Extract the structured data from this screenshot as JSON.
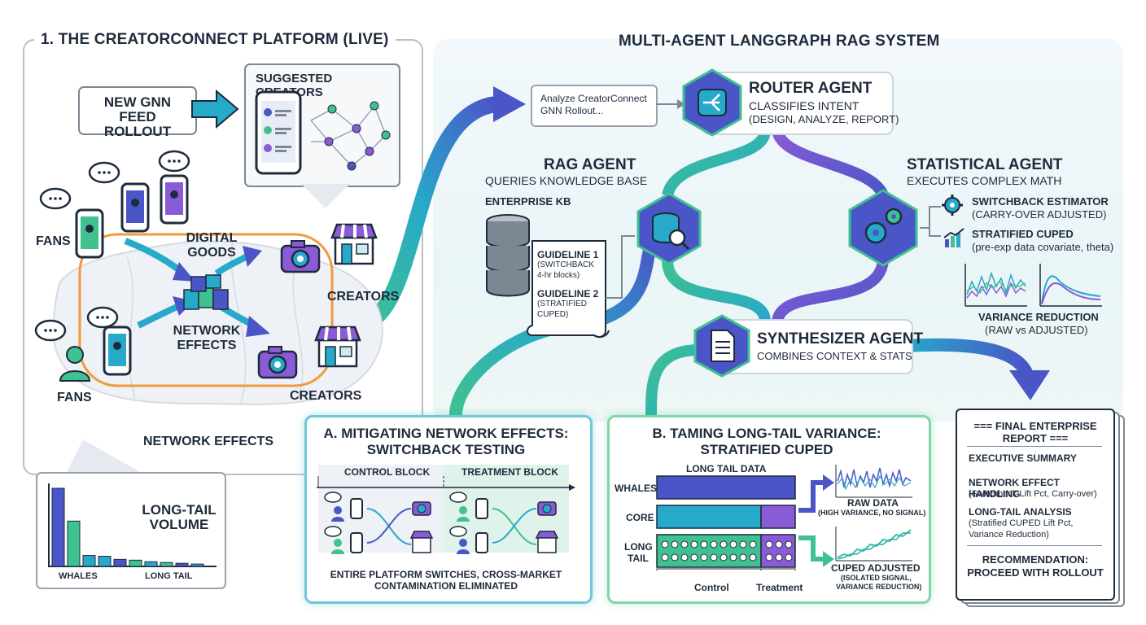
{
  "left_panel": {
    "title": "1. THE CREATORCONNECT PLATFORM (LIVE)",
    "rollout_label": "NEW GNN FEED ROLLOUT",
    "suggested_title": "SUGGESTED CREATORS",
    "fans_top": "FANS",
    "fans_bottom": "FANS",
    "digital_goods": "DIGITAL GOODS",
    "network_effects_center": "NETWORK EFFECTS",
    "creators_top": "CREATORS",
    "creators_bottom": "CREATORS",
    "network_effects_caption": "NETWORK EFFECTS",
    "long_tail": {
      "title": "LONG-TAIL VOLUME",
      "label_whales": "WHALES",
      "label_long_tail": "LONG TAIL",
      "values": [
        100,
        58,
        14,
        13,
        9,
        8,
        6,
        5,
        4,
        3
      ],
      "colors": [
        "#4a56c8",
        "#3fc28f",
        "#27a9c9",
        "#27a9c9",
        "#4a56c8",
        "#3fc28f",
        "#27a9c9",
        "#3fc28f",
        "#4a56c8",
        "#27a9c9"
      ]
    }
  },
  "right_panel": {
    "title": "MULTI-AGENT LANGGRAPH RAG SYSTEM",
    "query_text": "Analyze CreatorConnect GNN Rollout...",
    "router": {
      "name": "ROUTER AGENT",
      "line1": "CLASSIFIES INTENT",
      "line2": "(DESIGN, ANALYZE, REPORT)"
    },
    "rag": {
      "name": "RAG AGENT",
      "line1": "QUERIES KNOWLEDGE BASE",
      "kb_label": "ENTERPRISE KB",
      "g1_title": "GUIDELINE 1",
      "g1_l1": "(SWITCHBACK",
      "g1_l2": "4-hr blocks)",
      "g2_title": "GUIDELINE 2",
      "g2_l1": "(STRATIFIED",
      "g2_l2": "CUPED)"
    },
    "statistical": {
      "name": "STATISTICAL AGENT",
      "line1": "EXECUTES COMPLEX MATH",
      "m1_title": "SWITCHBACK ESTIMATOR",
      "m1_sub": "(CARRY-OVER ADJUSTED)",
      "m2_title": "STRATIFIED CUPED",
      "m2_sub": "(pre-exp data covariate, theta)",
      "vr_title": "VARIANCE REDUCTION",
      "vr_sub": "(RAW vs ADJUSTED)"
    },
    "synth": {
      "name": "SYNTHESIZER AGENT",
      "line1": "COMBINES CONTEXT & STATS"
    }
  },
  "card_a": {
    "title1": "A. MITIGATING NETWORK EFFECTS:",
    "title2": "SWITCHBACK TESTING",
    "control": "CONTROL BLOCK",
    "treatment": "TREATMENT BLOCK",
    "caption1": "ENTIRE PLATFORM SWITCHES, CROSS-MARKET",
    "caption2": "CONTAMINATION ELIMINATED"
  },
  "card_b": {
    "title1": "B. TAMING LONG-TAIL VARIANCE:",
    "title2": "STRATIFIED CUPED",
    "long_tail_data": "LONG TAIL DATA",
    "whales": "WHALES",
    "core": "CORE",
    "long": "LONG",
    "tail": "TAIL",
    "raw_title": "RAW DATA",
    "raw_sub": "(HIGH VARIANCE, NO SIGNAL)",
    "cuped_title": "CUPED ADJUSTED",
    "cuped_sub1": "(ISOLATED SIGNAL,",
    "cuped_sub2": "VARIANCE REDUCTION)",
    "control": "Control",
    "treatment": "Treatment"
  },
  "report": {
    "title1": "=== FINAL ENTERPRISE",
    "title2": "REPORT ===",
    "exec": "EXECUTIVE SUMMARY",
    "neh": "NETWORK EFFECT HANDLING",
    "neh_sub": "(Switchback Lift Pct, Carry-over)",
    "lta": "LONG-TAIL ANALYSIS",
    "lta_sub1": "(Stratified CUPED Lift Pct,",
    "lta_sub2": "Variance Reduction)",
    "rec1": "RECOMMENDATION:",
    "rec2": "PROCEED WITH ROLLOUT"
  },
  "colors": {
    "indigo": "#4a56c8",
    "teal": "#27a9c9",
    "green": "#3fc28f",
    "purple": "#8a5bd6",
    "navy": "#1e2b3c",
    "orange": "#f09a3e"
  }
}
